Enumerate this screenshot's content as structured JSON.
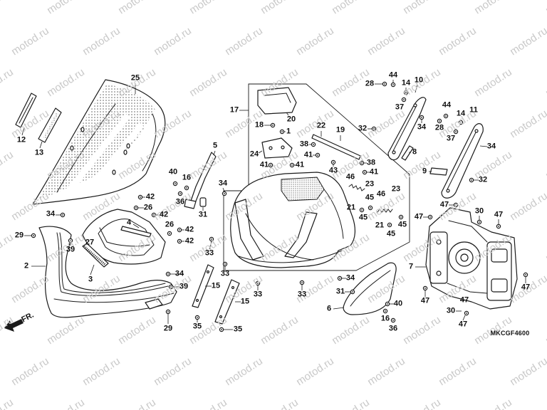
{
  "watermark": "motod.ru",
  "diagram_code": "MKCGF4600",
  "front_arrow_label": "FR.",
  "callouts": {
    "left": [
      "25",
      "12",
      "13",
      "34",
      "29",
      "39",
      "2",
      "27",
      "3",
      "4",
      "42",
      "26",
      "42",
      "26",
      "42",
      "42",
      "40",
      "16",
      "36",
      "31",
      "5",
      "34",
      "34",
      "39",
      "29",
      "15",
      "35",
      "15",
      "35",
      "33",
      "33",
      "33",
      "33"
    ],
    "center": [
      "17",
      "20",
      "18",
      "1",
      "22",
      "19",
      "38",
      "41",
      "24",
      "41",
      "41",
      "38",
      "43",
      "41",
      "46",
      "23",
      "45",
      "46",
      "23",
      "21",
      "45",
      "21",
      "45",
      "45",
      "34",
      "31",
      "6"
    ],
    "right": [
      "44",
      "28",
      "14",
      "10",
      "37",
      "32",
      "34",
      "8",
      "44",
      "14",
      "11",
      "28",
      "37",
      "34",
      "9",
      "32",
      "47",
      "47",
      "30",
      "47",
      "7",
      "47",
      "30",
      "47",
      "47",
      "47",
      "40",
      "16",
      "36"
    ]
  }
}
